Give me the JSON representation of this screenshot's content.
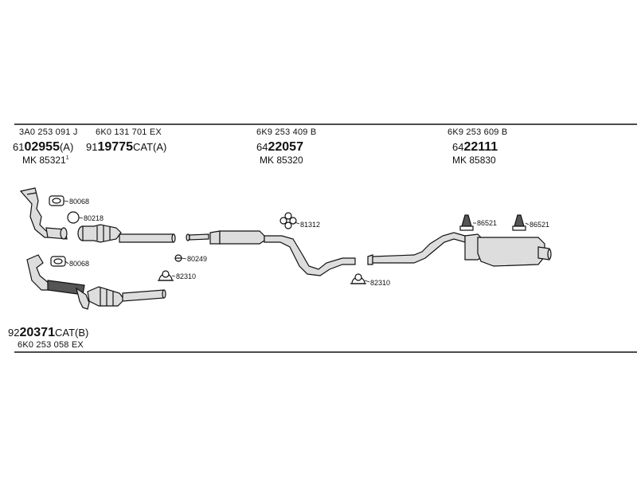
{
  "header": {
    "groups": [
      {
        "oem": "3A0 253 091 J",
        "part_prefix": "61",
        "part_bold": "02955",
        "part_suffix": "(A)",
        "mk_label": "MK",
        "mk_number": "85321",
        "mk_sup": "1"
      },
      {
        "oem": "6K0 131 701 EX",
        "part_prefix": "91",
        "part_bold": "19775",
        "part_suffix": "CAT(A)"
      },
      {
        "oem": "6K9 253 409 B",
        "part_prefix": "64",
        "part_bold": "22057",
        "part_suffix": "",
        "mk_label": "MK",
        "mk_number": "85320"
      },
      {
        "oem": "6K9 253 609 B",
        "part_prefix": "64",
        "part_bold": "22111",
        "part_suffix": "",
        "mk_label": "MK",
        "mk_number": "85830"
      }
    ]
  },
  "footer": {
    "part_prefix": "92",
    "part_bold": "20371",
    "part_suffix": "CAT(B)",
    "oem": "6K0 253 058 EX"
  },
  "parts": {
    "p80068_a": "80068",
    "p80218": "80218",
    "p80068_b": "80068",
    "p80249": "80249",
    "p82310_a": "82310",
    "p81312": "81312",
    "p82310_b": "82310",
    "p86521_a": "86521",
    "p86521_b": "86521"
  },
  "colors": {
    "line": "#111111",
    "part_fill": "#dddddd",
    "dark_fill": "#555555"
  }
}
